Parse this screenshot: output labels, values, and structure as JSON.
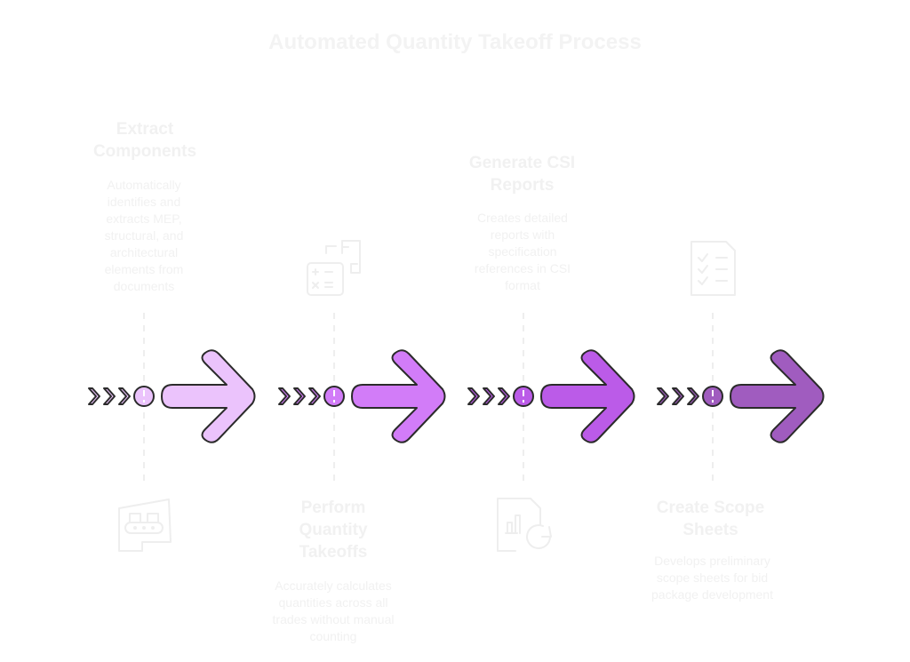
{
  "title": "Automated Quantity Takeoff Process",
  "colors": {
    "text": "#f1f1f1",
    "outline": "#2b2b2b",
    "dash": "#eeeeee",
    "step_fills": [
      "#ebc3fc",
      "#d27cf8",
      "#bb5be8",
      "#a05cbf"
    ]
  },
  "steps": [
    {
      "title": "Extract Components",
      "description": "Automatically identifies and extracts MEP, structural, and architectural elements from documents",
      "icon": "conveyor-document-icon",
      "text_position": "top",
      "icon_position": "bottom"
    },
    {
      "title": "Perform Quantity Takeoffs",
      "description": "Accurately calculates quantities across all trades without manual counting",
      "icon": "calculator-document-icon",
      "text_position": "bottom",
      "icon_position": "top"
    },
    {
      "title": "Generate CSI Reports",
      "description": "Creates detailed reports with specification references in CSI format",
      "icon": "report-refresh-icon",
      "text_position": "top",
      "icon_position": "bottom"
    },
    {
      "title": "Create Scope Sheets",
      "description": "Develops preliminary scope sheets for bid package development",
      "icon": "checklist-document-icon",
      "text_position": "bottom",
      "icon_position": "top"
    }
  ]
}
